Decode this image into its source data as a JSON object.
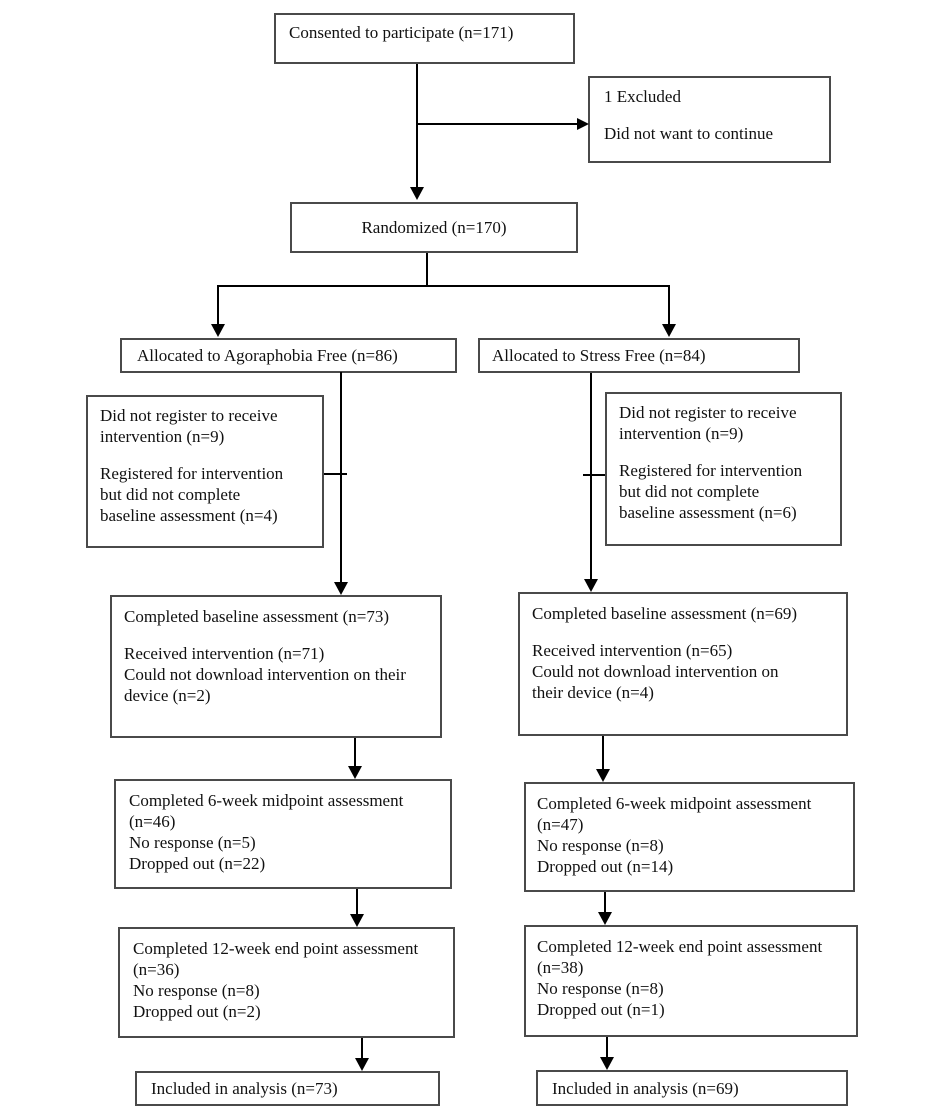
{
  "diagram": {
    "type": "consort-flow-diagram",
    "colors": {
      "background": "#ffffff",
      "box_border": "#4a4a4a",
      "connector_line": "#000000",
      "text": "#111111"
    },
    "boxes": {
      "consent": {
        "lines": [
          "Consented to participate (n=171)"
        ]
      },
      "excluded": {
        "lines": [
          "1 Excluded",
          "",
          "Did not want to continue"
        ]
      },
      "randomized": {
        "lines": [
          "Randomized (n=170)"
        ]
      },
      "alloc_left": {
        "lines": [
          "Allocated to Agoraphobia Free (n=86)"
        ]
      },
      "alloc_right": {
        "lines": [
          "Allocated to Stress Free (n=84)"
        ]
      },
      "dropout_left": {
        "lines": [
          "Did not register to receive",
          "intervention (n=9)",
          "",
          "Registered for intervention",
          "but did not complete",
          "baseline assessment (n=4)"
        ]
      },
      "dropout_right": {
        "lines": [
          "Did not register to receive",
          "intervention (n=9)",
          "",
          "Registered for intervention",
          "but did not complete",
          "baseline assessment (n=6)"
        ]
      },
      "baseline_left": {
        "lines": [
          "Completed baseline assessment (n=73)",
          "",
          "Received intervention (n=71)",
          "Could not download intervention on their",
          "device (n=2)"
        ]
      },
      "baseline_right": {
        "lines": [
          "Completed baseline assessment (n=69)",
          "",
          "Received intervention (n=65)",
          "Could not download intervention on",
          "their device (n=4)"
        ]
      },
      "midpoint_left": {
        "lines": [
          "Completed 6-week midpoint assessment",
          "(n=46)",
          "No response (n=5)",
          "Dropped out (n=22)"
        ]
      },
      "midpoint_right": {
        "lines": [
          "Completed 6-week midpoint assessment",
          "(n=47)",
          "No response (n=8)",
          "Dropped out (n=14)"
        ]
      },
      "endpoint_left": {
        "lines": [
          "Completed 12-week end point assessment",
          "(n=36)",
          "No response (n=8)",
          "Dropped out (n=2)"
        ]
      },
      "endpoint_right": {
        "lines": [
          "Completed 12-week end point assessment",
          "(n=38)",
          "No response (n=8)",
          "Dropped out (n=1)"
        ]
      },
      "analysis_left": {
        "lines": [
          "Included in analysis (n=73)"
        ]
      },
      "analysis_right": {
        "lines": [
          "Included in analysis (n=69)"
        ]
      }
    }
  }
}
